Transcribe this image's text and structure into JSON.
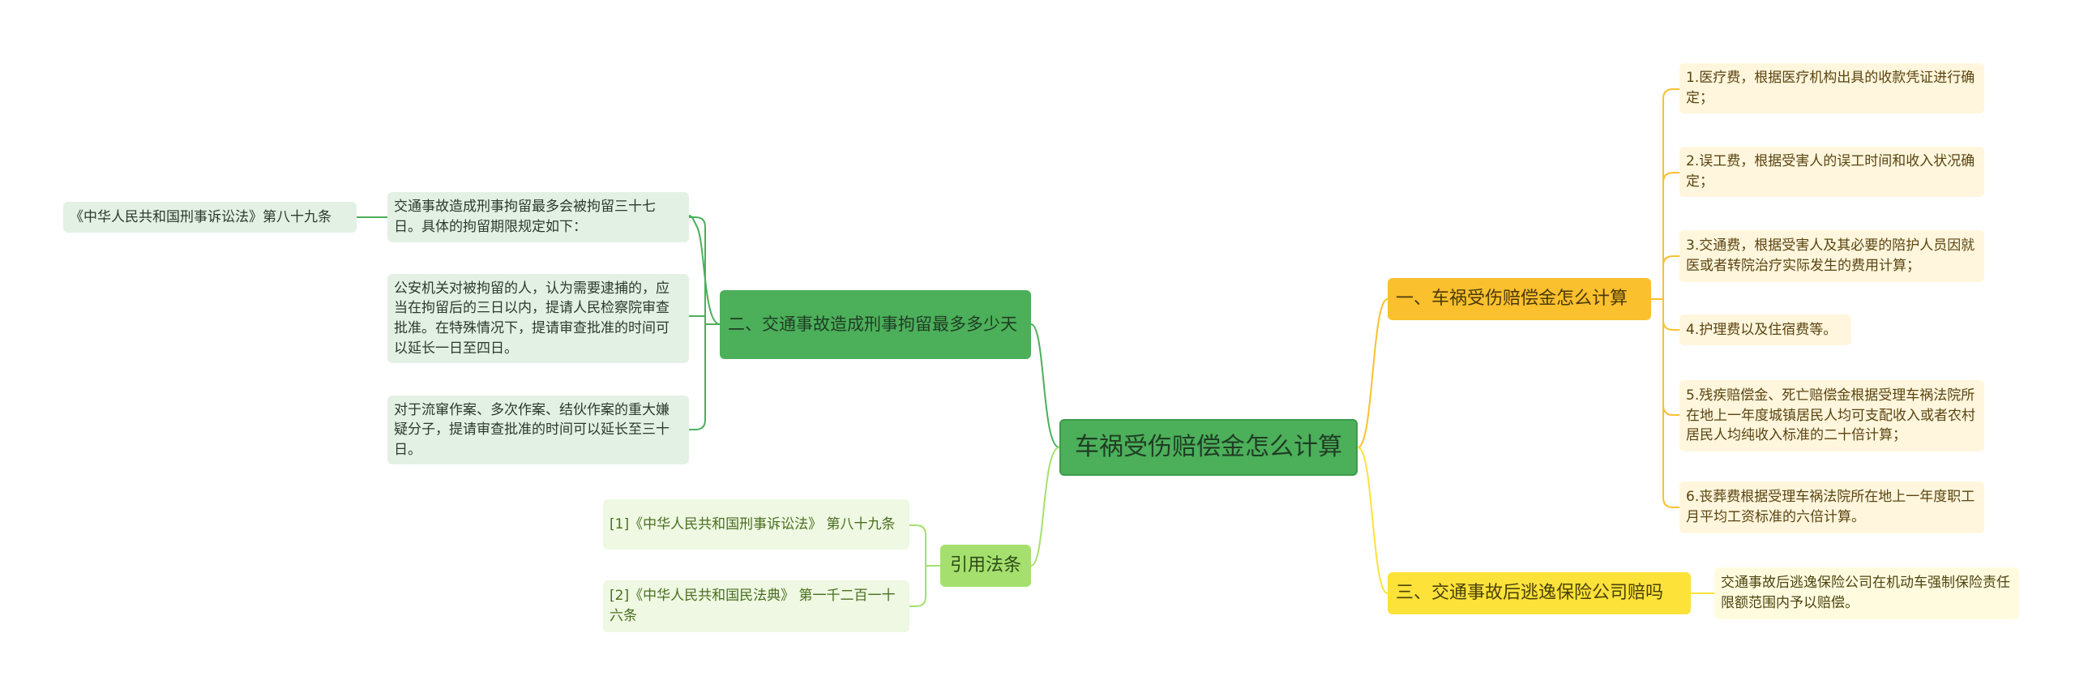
{
  "root": {
    "title": "车祸受伤赔偿金怎么计算"
  },
  "branch_detention": {
    "title": "二、交通事故造成刑事拘留最多多少天",
    "items": [
      "交通事故造成刑事拘留最多会被拘留三十七日。具体的拘留期限规定如下：",
      "公安机关对被拘留的人，认为需要逮捕的，应当在拘留后的三日以内，提请人民检察院审查批准。在特殊情况下，提请审查批准的时间可以延长一日至四日。",
      "对于流窜作案、多次作案、结伙作案的重大嫌疑分子，提请审查批准的时间可以延长至三十日。"
    ],
    "source_label": "《中华人民共和国刑事诉讼法》第八十九条"
  },
  "branch_laws": {
    "title": "引用法条",
    "items": [
      "[1]《中华人民共和国刑事诉讼法》 第八十九条",
      "[2]《中华人民共和国民法典》 第一千二百一十六条"
    ]
  },
  "branch_calc": {
    "title": "一、车祸受伤赔偿金怎么计算",
    "items": [
      "1.医疗费，根据医疗机构出具的收款凭证进行确定；",
      "2.误工费，根据受害人的误工时间和收入状况确定；",
      "3.交通费，根据受害人及其必要的陪护人员因就医或者转院治疗实际发生的费用计算；",
      "4.护理费以及住宿费等。",
      "5.残疾赔偿金、死亡赔偿金根据受理车祸法院所在地上一年度城镇居民人均可支配收入或者农村居民人均纯收入标准的二十倍计算；",
      "6.丧葬费根据受理车祸法院所在地上一年度职工月平均工资标准的六倍计算。"
    ]
  },
  "branch_escape": {
    "title": "三、交通事故后逃逸保险公司赔吗",
    "items": [
      "交通事故后逃逸保险公司在机动车强制保险责任限额范围内予以赔偿。"
    ]
  },
  "colors": {
    "green": "#4caf5a",
    "lime": "#a5e06e",
    "orange": "#fbc02d",
    "yellow": "#fde23a"
  }
}
